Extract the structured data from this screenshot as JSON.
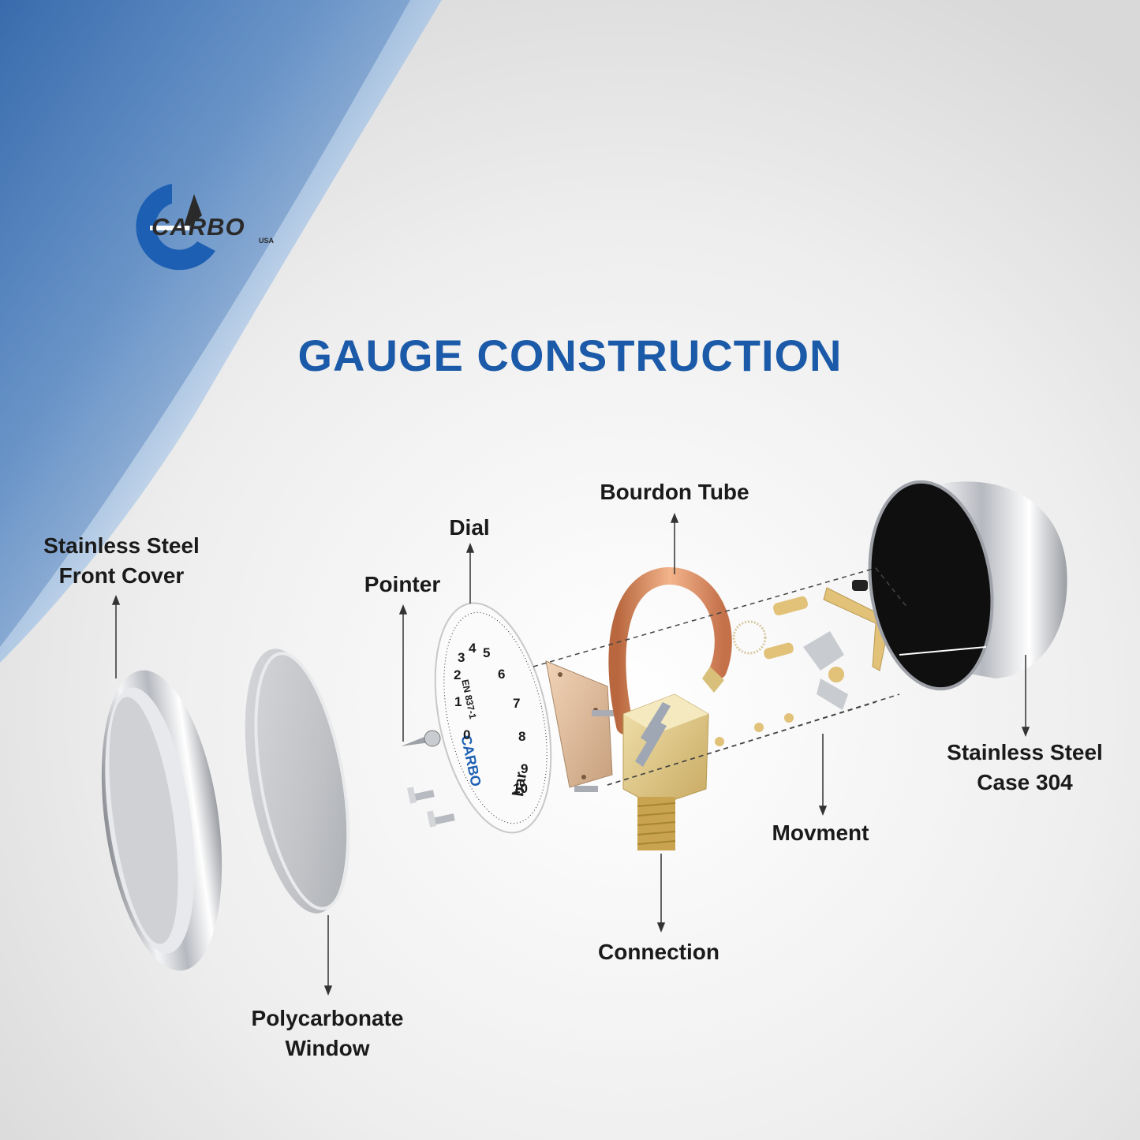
{
  "logo": {
    "brand": "CARBO",
    "sub": "USA"
  },
  "title": "GAUGE CONSTRUCTION",
  "labels": {
    "front_cover": [
      "Stainless Steel",
      "Front Cover"
    ],
    "pointer": "Pointer",
    "dial": "Dial",
    "bourdon_tube": "Bourdon Tube",
    "window": [
      "Polycarbonate",
      "Window"
    ],
    "connection": "Connection",
    "movement": "Movment",
    "case": [
      "Stainless Steel",
      "Case 304"
    ]
  },
  "dial": {
    "standard": "EN 837-1",
    "unit": "bar",
    "numbers": [
      "0",
      "1",
      "2",
      "3",
      "4",
      "5",
      "6",
      "7",
      "8",
      "9",
      "10"
    ],
    "brand": "CARBO"
  },
  "colors": {
    "title_blue": "#1b5aa8",
    "logo_blue": "#1d5fb3",
    "copper": "#d9875a",
    "brass": "#d9c07a",
    "steel": "#c9ccd1"
  }
}
